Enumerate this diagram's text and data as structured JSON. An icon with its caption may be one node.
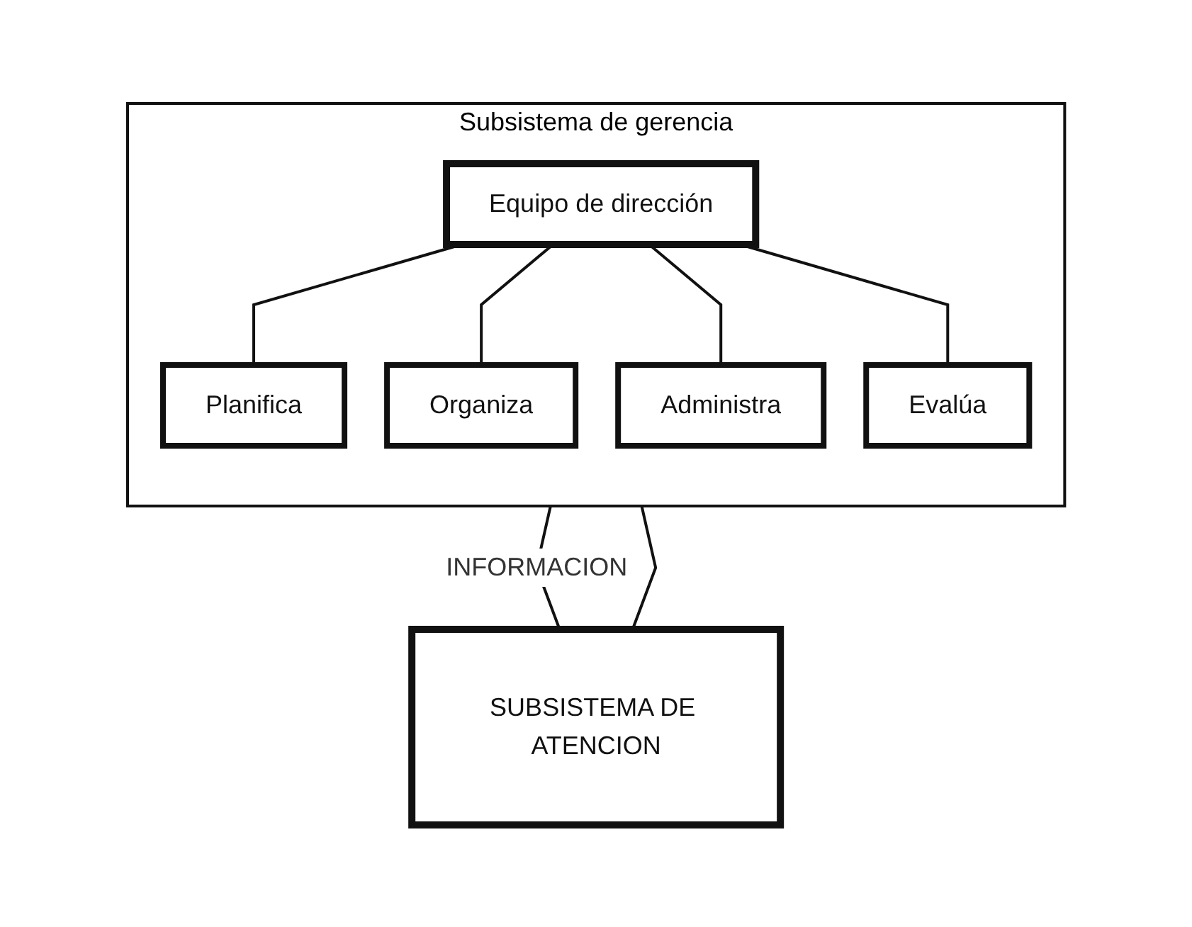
{
  "diagram": {
    "nodes": [
      {
        "text": [
          "Subsistema de gerencia"
        ]
      },
      {
        "text": [
          "Equipo de dirección"
        ],
        "in": 0
      },
      {
        "text": [
          "Planifica"
        ],
        "in": 0
      },
      {
        "text": [
          "Organiza"
        ],
        "in": 0
      },
      {
        "text": [
          "Administra"
        ],
        "in": 0
      },
      {
        "text": [
          "Evalúa"
        ],
        "in": 0
      },
      {
        "text": [
          "SUBSISTEMA DE ATENCION"
        ]
      }
    ],
    "edges": [
      {
        "from": 1,
        "to": 2,
        "arrow": "none"
      },
      {
        "from": 1,
        "to": 3,
        "arrow": "none"
      },
      {
        "from": 1,
        "to": 4,
        "arrow": "none"
      },
      {
        "from": 1,
        "to": 5,
        "arrow": "none"
      },
      {
        "from": 0,
        "to": 6,
        "arrow": "none",
        "label": "INFORMACION"
      },
      {
        "from": 0,
        "to": 6,
        "arrow": "none"
      }
    ]
  }
}
